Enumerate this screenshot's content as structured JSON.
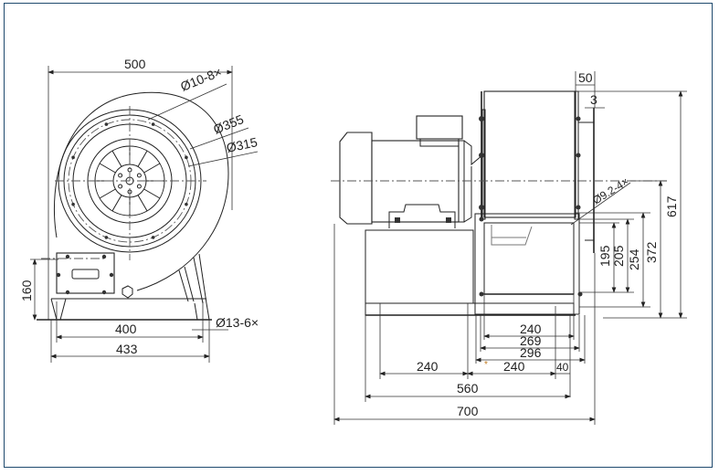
{
  "drawing": {
    "title": "Centrifugal fan dimension drawing",
    "front_view": {
      "overall_width": "500",
      "hole_callout": "Ø10-8×",
      "bolt_circle": "Ø355",
      "inlet_diameter": "Ø315",
      "outlet_height": "160",
      "foot_hole_spacing": "400",
      "base_width": "433",
      "foot_hole_callout": "Ø13-6×"
    },
    "side_view": {
      "flange_width": "50",
      "flange_thickness": "3",
      "flange_hole_callout": "Ø9.2-4×",
      "overall_height": "617",
      "axis_height": "372",
      "outlet_dims": [
        "195",
        "205",
        "254"
      ],
      "outlet_widths": [
        "240",
        "269",
        "296"
      ],
      "base_spacing_left": "240",
      "base_spacing_right": "240",
      "base_offset": "40",
      "base_length": "560",
      "overall_length": "700",
      "asterisk_mark": "*"
    }
  }
}
